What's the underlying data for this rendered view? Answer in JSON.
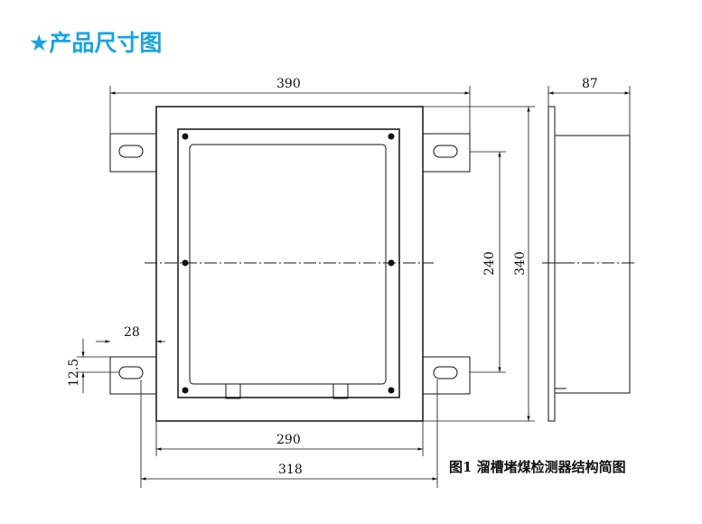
{
  "title": "★产品尺寸图",
  "caption": "图1  溜槽堵煤检测器结构简图",
  "dimensions": {
    "overall_width": "390",
    "depth": "87",
    "inner_height": "240",
    "overall_height": "340",
    "ear_width": "28",
    "slot_offset": "12.5",
    "plate_width": "290",
    "hole_spacing": "318"
  },
  "colors": {
    "title": "#1aa3e0",
    "lines": "#111111"
  }
}
